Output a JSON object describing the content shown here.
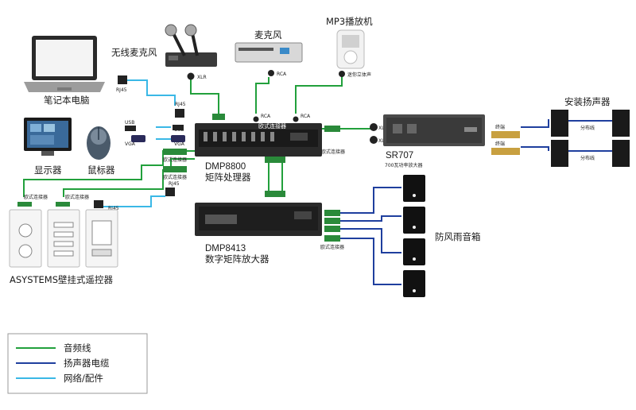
{
  "colors": {
    "audio": "#22a03c",
    "speaker_cable": "#1f3f9e",
    "network": "#3ab8e6"
  },
  "labels": {
    "wireless_mic": "无线麦克风",
    "microphone": "麦克风",
    "mp3_player": "MP3播放机",
    "laptop": "笔记本电脑",
    "monitor": "显示器",
    "mouse": "鼠标器",
    "dmp8800_model": "DMP8800",
    "dmp8800_name": "矩阵处理器",
    "dmp8413_model": "DMP8413",
    "dmp8413_name": "数字矩阵放大器",
    "sr707_model": "SR707",
    "sr707_name": "700瓦功率放大器",
    "install_speakers": "安装扬声器",
    "weatherproof_speakers": "防风雨音箱",
    "wall_remote": "ASYSTEMS壁挂式遥控器"
  },
  "ports": {
    "rj45": "RJ45",
    "xlr": "XLR",
    "rca": "RCA",
    "usb": "USB",
    "vga": "VGA",
    "euro_connector": "欧式连接器",
    "mini_stereo": "迷你立体声",
    "terminal": "终端",
    "distribution_line": "分布线"
  },
  "legend": [
    {
      "label": "音频线",
      "color": "#22a03c"
    },
    {
      "label": "扬声器电缆",
      "color": "#1f3f9e"
    },
    {
      "label": "网络/配件",
      "color": "#3ab8e6"
    }
  ]
}
